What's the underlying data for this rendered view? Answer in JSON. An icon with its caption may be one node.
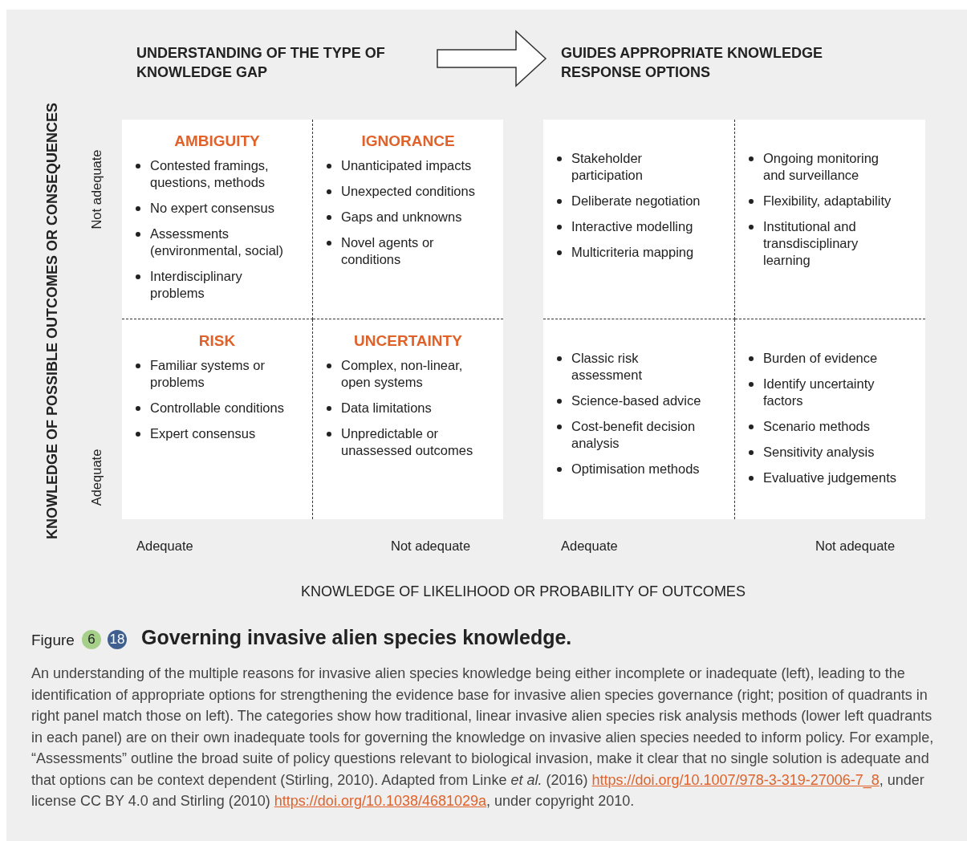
{
  "diagram": {
    "title": "Governing invasive alien species knowledge.",
    "caption": "An understanding of the multiple reasons for invasive alien species knowledge being either incomplete or inadequate (left), leading to the identification of appropriate options for strengthening the evidence base for invasive alien species governance (right; position of quadrants in right panel match those on left). The categories show how traditional, linear invasive alien species risk analysis methods (lower left quadrants in each panel) are on their own inadequate tools for governing the knowledge on invasive alien species needed to inform policy. For example, “Assessments” outline the broad suite of policy questions relevant to biological invasion, make it clear that no single solution is adequate and that options can be context dependent (Stirling, 2010). Adapted from Linke *et al.* (2016) https://doi.org/10.1007/978-3-319-27006-7_8, under license CC BY 4.0 and Stirling (2010) https://doi.org/10.1038/4681029a, under copyright 2010.",
    "nodes": [
      {
        "text": [
          "UNDERSTANDING OF THE TYPE OF KNOWLEDGE GAP"
        ]
      },
      {
        "text": [
          "GUIDES APPROPRIATE KNOWLEDGE RESPONSE OPTIONS"
        ]
      },
      {
        "text": [
          "AMBIGUITY",
          "Contested framings, questions, methods",
          "No expert consensus",
          "Assessments (environmental, social)",
          "Interdisciplinary problems"
        ]
      },
      {
        "text": [
          "IGNORANCE",
          "Unanticipated impacts",
          "Unexpected conditions",
          "Gaps and unknowns",
          "Novel agents or conditions"
        ]
      },
      {
        "text": [
          "RISK",
          "Familiar systems or problems",
          "Controllable conditions",
          "Expert consensus"
        ]
      },
      {
        "text": [
          "UNCERTAINTY",
          "Complex, non-linear, open systems",
          "Data limitations",
          "Unpredictable or unassessed outcomes"
        ]
      },
      {
        "text": [
          "Stakeholder participation",
          "Deliberate negotiation",
          "Interactive modelling",
          "Multicriteria mapping"
        ]
      },
      {
        "text": [
          "Ongoing monitoring and surveillance",
          "Flexibility, adaptability",
          "Institutional and transdisciplinary learning"
        ]
      },
      {
        "text": [
          "Classic risk assessment",
          "Science-based advice",
          "Cost-benefit decision analysis",
          "Optimisation methods"
        ]
      },
      {
        "text": [
          "Burden of evidence",
          "Identify uncertainty factors",
          "Scenario methods",
          "Sensitivity analysis",
          "Evaluative judgements"
        ]
      }
    ],
    "edges": [
      {
        "from": 0,
        "to": 1,
        "arrow": "to"
      }
    ],
    "labels": [
      "KNOWLEDGE OF POSSIBLE OUTCOMES OR CONSEQUENCES",
      "Not adequate",
      "Adequate",
      "Adequate",
      "Not adequate",
      "Adequate",
      "Not adequate",
      "KNOWLEDGE OF LIKELIHOOD OR PROBABILITY OF OUTCOMES",
      "Figure",
      "6",
      "18"
    ]
  }
}
